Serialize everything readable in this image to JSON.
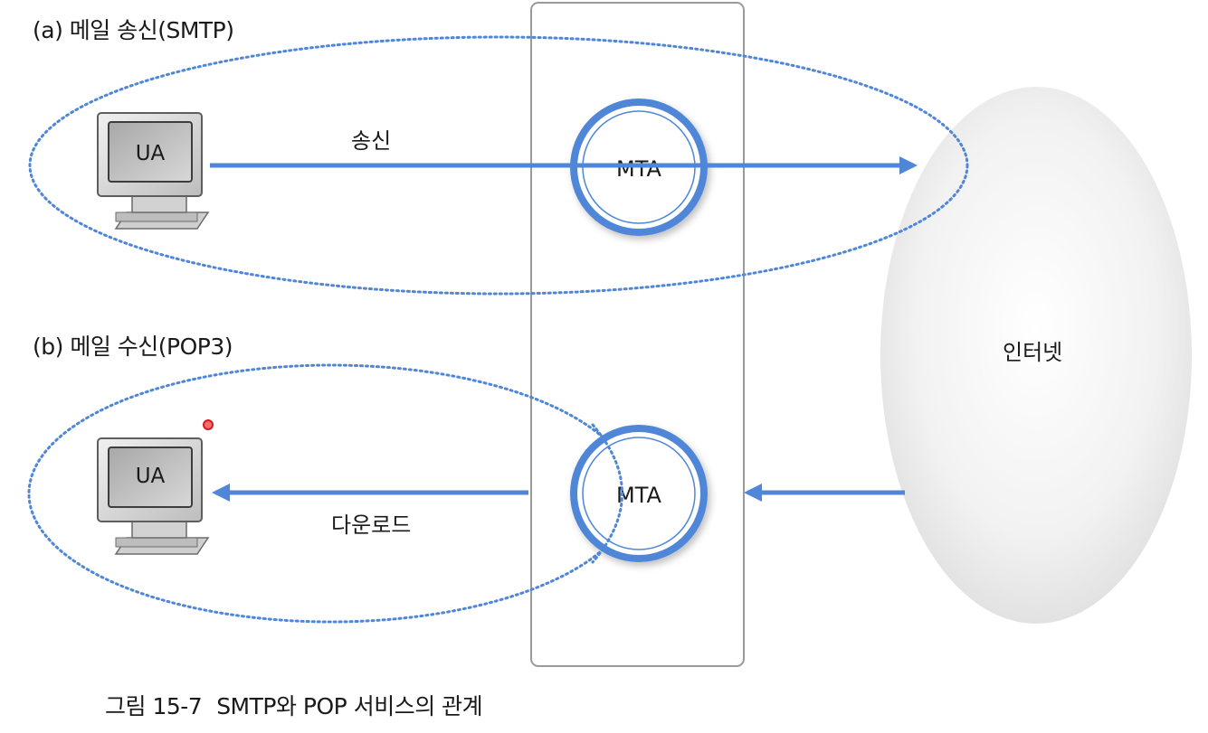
{
  "sections": {
    "send": {
      "title": "(a) 메일 송신(SMTP)",
      "arrow_label": "송신"
    },
    "receive": {
      "title": "(b) 메일 수신(POP3)",
      "arrow_label": "다운로드"
    }
  },
  "nodes": {
    "ua_label": "UA",
    "mta_label": "MTA",
    "internet_label": "인터넷"
  },
  "caption": {
    "number": "그림 15-7",
    "text": "SMTP와 POP 서비스의 관계"
  },
  "colors": {
    "arrow": "#4f86d8",
    "dotted": "#4f86d8",
    "box": "#9a9a9a",
    "marker": "#e23030"
  }
}
